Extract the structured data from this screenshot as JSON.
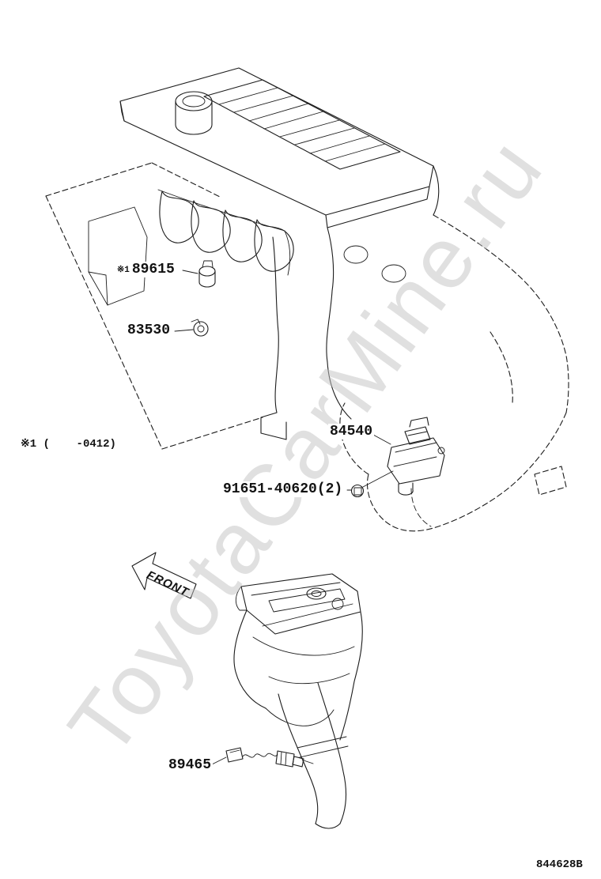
{
  "watermark": "ToyotaCarMine.ru",
  "diagram_code": "844628B",
  "note": {
    "text": "※1 (    -0412)"
  },
  "front_arrow": {
    "label": "FRONT"
  },
  "parts": {
    "p89615": {
      "prefix": "※1",
      "number": "89615"
    },
    "p83530": {
      "number": "83530"
    },
    "p84540": {
      "number": "84540"
    },
    "p91651": {
      "number": "91651-40620(2)"
    },
    "p89465": {
      "number": "89465"
    }
  }
}
